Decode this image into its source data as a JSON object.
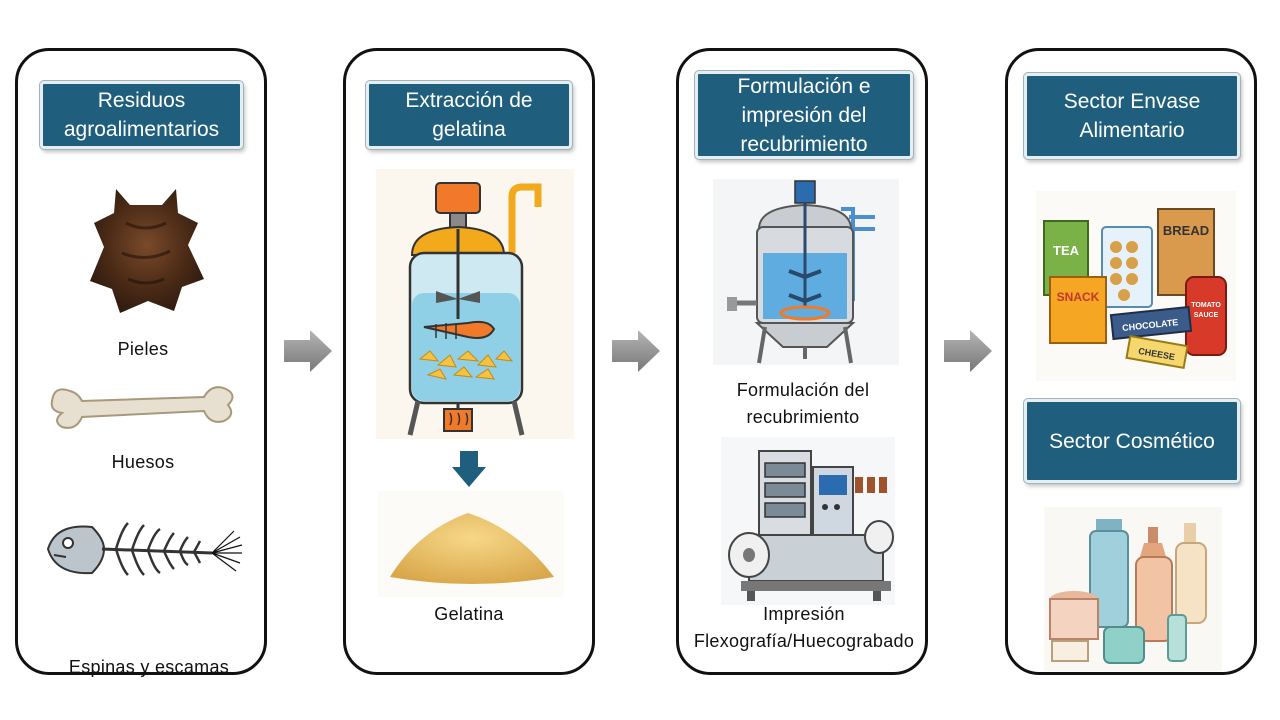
{
  "steps": [
    {
      "title": "Residuos agroalimentarios",
      "items": [
        "Pieles",
        "Huesos",
        "Espinas y escamas"
      ]
    },
    {
      "title": "Extracción de gelatina",
      "items": [
        "Gelatina"
      ]
    },
    {
      "title": "Formulación e impresión del recubrimiento",
      "items": [
        "Formulación del recubrimiento",
        "Impresión Flexografía/Huecograbado"
      ]
    },
    {
      "title": "Sector Envase Alimentario",
      "subtitle": "Sector Cosmético",
      "package_labels": [
        "TEA",
        "SNACK",
        "BREAD",
        "CHOCOLATE",
        "CHEESE",
        "TOMATO",
        "SAUCE"
      ]
    }
  ],
  "colors": {
    "title_bg": "#1f5f7d",
    "arrow": "#8c8c8c",
    "down_arrow": "#1f5f7d"
  },
  "icons": [
    "cowhide-icon",
    "bone-icon",
    "fish-skeleton-icon",
    "reactor-icon",
    "gelatin-powder-icon",
    "mixing-tank-icon",
    "printing-press-icon",
    "food-packages-icon",
    "cosmetics-icon",
    "flow-arrow-icon"
  ]
}
